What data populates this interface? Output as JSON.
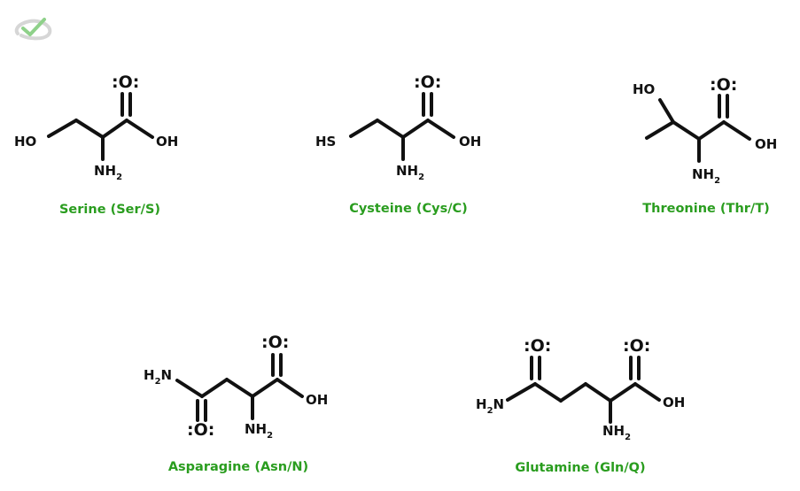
{
  "logo": {
    "icon": "checkmark-logo-icon"
  },
  "colors": {
    "caption": "#2a9d1f",
    "bond": "#111111"
  },
  "molecules": [
    {
      "id": "serine",
      "caption": "Serine (Ser/S)",
      "labels": {
        "side": "HO",
        "oh": "OH",
        "nh": "NH",
        "sub": "2",
        "o": "O"
      }
    },
    {
      "id": "cysteine",
      "caption": "Cysteine (Cys/C)",
      "labels": {
        "side": "HS",
        "oh": "OH",
        "nh": "NH",
        "sub": "2",
        "o": "O"
      }
    },
    {
      "id": "threonine",
      "caption": "Threonine (Thr/T)",
      "labels": {
        "side": "HO",
        "oh": "OH",
        "nh": "NH",
        "sub": "2",
        "o": "O"
      }
    },
    {
      "id": "asparagine",
      "caption": "Asparagine (Asn/N)",
      "labels": {
        "h": "H",
        "sub": "2",
        "n": "N",
        "oh": "OH",
        "nh": "NH",
        "o": "O"
      }
    },
    {
      "id": "glutamine",
      "caption": "Glutamine (Gln/Q)",
      "labels": {
        "h": "H",
        "sub": "2",
        "n": "N",
        "oh": "OH",
        "nh": "NH",
        "o": "O"
      }
    }
  ]
}
